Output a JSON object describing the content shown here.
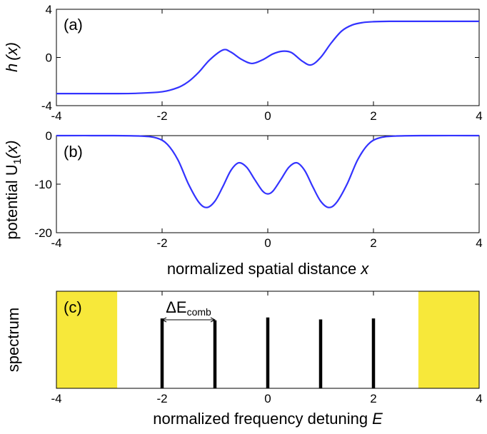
{
  "colors": {
    "curve": "#3333ff",
    "band": "#f7e83a",
    "bar": "#000000"
  },
  "chart_data": [
    {
      "type": "line",
      "panel_label": "(a)",
      "ylabel_text": "h",
      "ylabel_arg": "(x)",
      "xlim": [
        -4,
        4
      ],
      "ylim": [
        -4,
        4
      ],
      "xticks": [
        "-4",
        "-2",
        "0",
        "2",
        "4"
      ],
      "yticks": [
        "4",
        "0",
        "-4"
      ],
      "series": [
        {
          "x": [
            -4,
            -3,
            -2.5,
            -2.0,
            -1.7,
            -1.5,
            -1.3,
            -1.1,
            -0.85,
            -0.7,
            -0.5,
            -0.3,
            -0.1,
            0.1,
            0.28,
            0.45,
            0.65,
            0.82,
            1.0,
            1.2,
            1.4,
            1.6,
            1.8,
            2.0,
            2.3,
            2.7,
            3.0,
            4
          ],
          "y": [
            -3.0,
            -3.0,
            -2.98,
            -2.85,
            -2.5,
            -2.0,
            -1.2,
            -0.2,
            0.62,
            0.45,
            -0.15,
            -0.5,
            -0.2,
            0.3,
            0.52,
            0.4,
            -0.3,
            -0.62,
            0.0,
            1.2,
            2.2,
            2.7,
            2.9,
            2.97,
            3.0,
            3.0,
            3.0,
            3.0
          ]
        }
      ]
    },
    {
      "type": "line",
      "panel_label": "(b)",
      "ylabel_text": "potential U",
      "ylabel_sub": "1",
      "ylabel_arg": "(x)",
      "xlabel": "normalized spatial distance",
      "xlabel_var": "x",
      "xlim": [
        -4,
        4
      ],
      "ylim": [
        -20,
        0
      ],
      "xticks": [
        "-4",
        "-2",
        "0",
        "2",
        "4"
      ],
      "yticks": [
        "0",
        "-10",
        "-20"
      ],
      "series": [
        {
          "x": [
            -4,
            -3,
            -2.4,
            -2.1,
            -1.9,
            -1.7,
            -1.5,
            -1.3,
            -1.15,
            -1.0,
            -0.85,
            -0.7,
            -0.55,
            -0.4,
            -0.25,
            -0.1,
            0,
            0.1,
            0.25,
            0.4,
            0.55,
            0.7,
            0.85,
            1.0,
            1.15,
            1.3,
            1.5,
            1.7,
            1.9,
            2.1,
            2.4,
            3,
            4
          ],
          "y": [
            0,
            0,
            -0.1,
            -0.5,
            -1.8,
            -5.0,
            -10.0,
            -13.8,
            -14.8,
            -13.5,
            -10.5,
            -7.2,
            -5.6,
            -6.5,
            -9.0,
            -11.4,
            -12.0,
            -11.4,
            -9.0,
            -6.5,
            -5.6,
            -7.2,
            -10.5,
            -13.5,
            -14.8,
            -13.8,
            -10.0,
            -5.0,
            -1.8,
            -0.5,
            -0.1,
            0,
            0
          ]
        }
      ]
    },
    {
      "type": "bar",
      "panel_label": "(c)",
      "ylabel": "spectrum",
      "xlabel": "normalized frequency detuning",
      "xlabel_var": "E",
      "annotation_text": "ΔE",
      "annotation_sub": "comb",
      "xlim": [
        -4,
        4
      ],
      "xticks": [
        "-4",
        "-2",
        "0",
        "2",
        "4"
      ],
      "bands": [
        [
          -4,
          -2.85
        ],
        [
          2.85,
          4
        ]
      ],
      "x": [
        -2,
        -1,
        0,
        1,
        2
      ],
      "values": [
        0.72,
        0.7,
        0.73,
        0.71,
        0.72
      ],
      "annotation_span": [
        -2,
        -1
      ]
    }
  ]
}
